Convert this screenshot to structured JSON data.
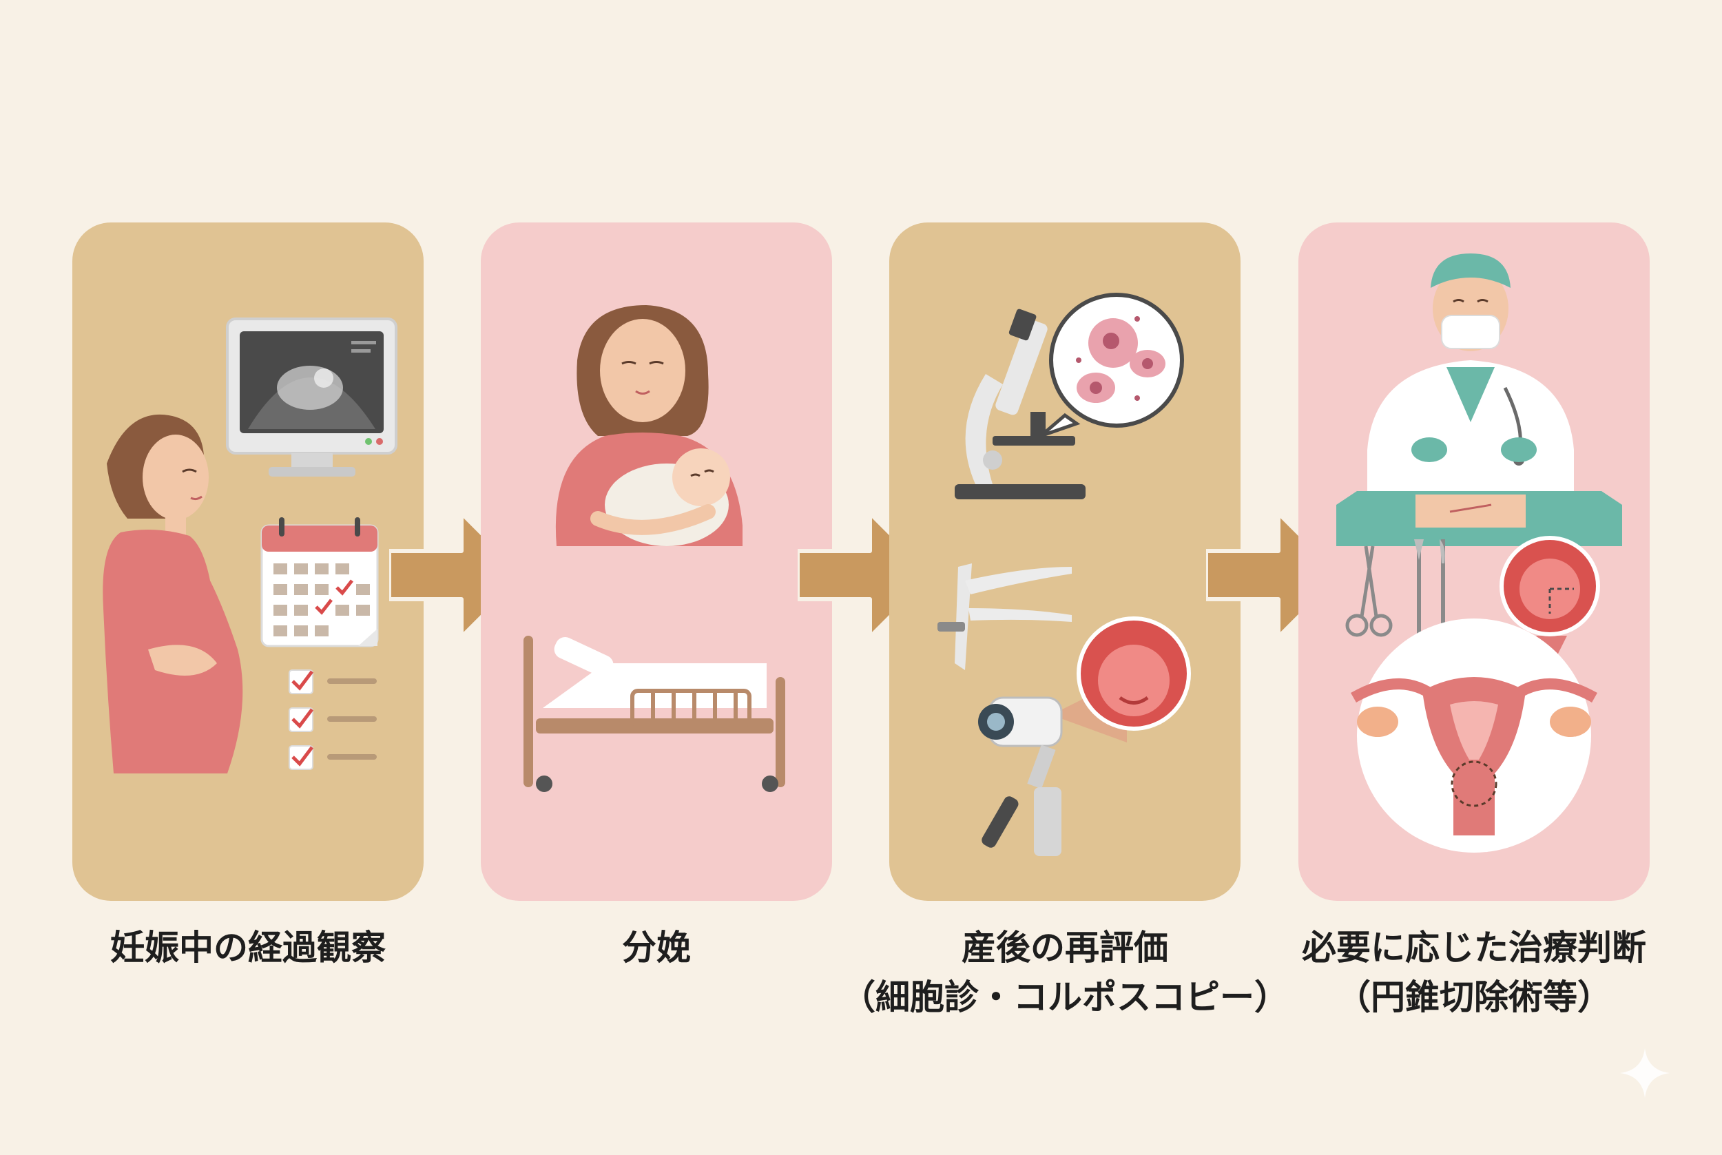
{
  "steps": [
    {
      "label": "妊娠中の経過観察",
      "sub": ""
    },
    {
      "label": "分娩",
      "sub": ""
    },
    {
      "label": "産後の再評価",
      "sub": "（細胞診・コルポスコピー）"
    },
    {
      "label": "必要に応じた治療判断",
      "sub": "（円錐切除術等）"
    }
  ],
  "colors": {
    "background": "#f8f1e6",
    "panel_tan": "#e0c393",
    "panel_pink": "#f5cccb",
    "arrow": "#c9995f",
    "accent_red": "#e07a78"
  }
}
